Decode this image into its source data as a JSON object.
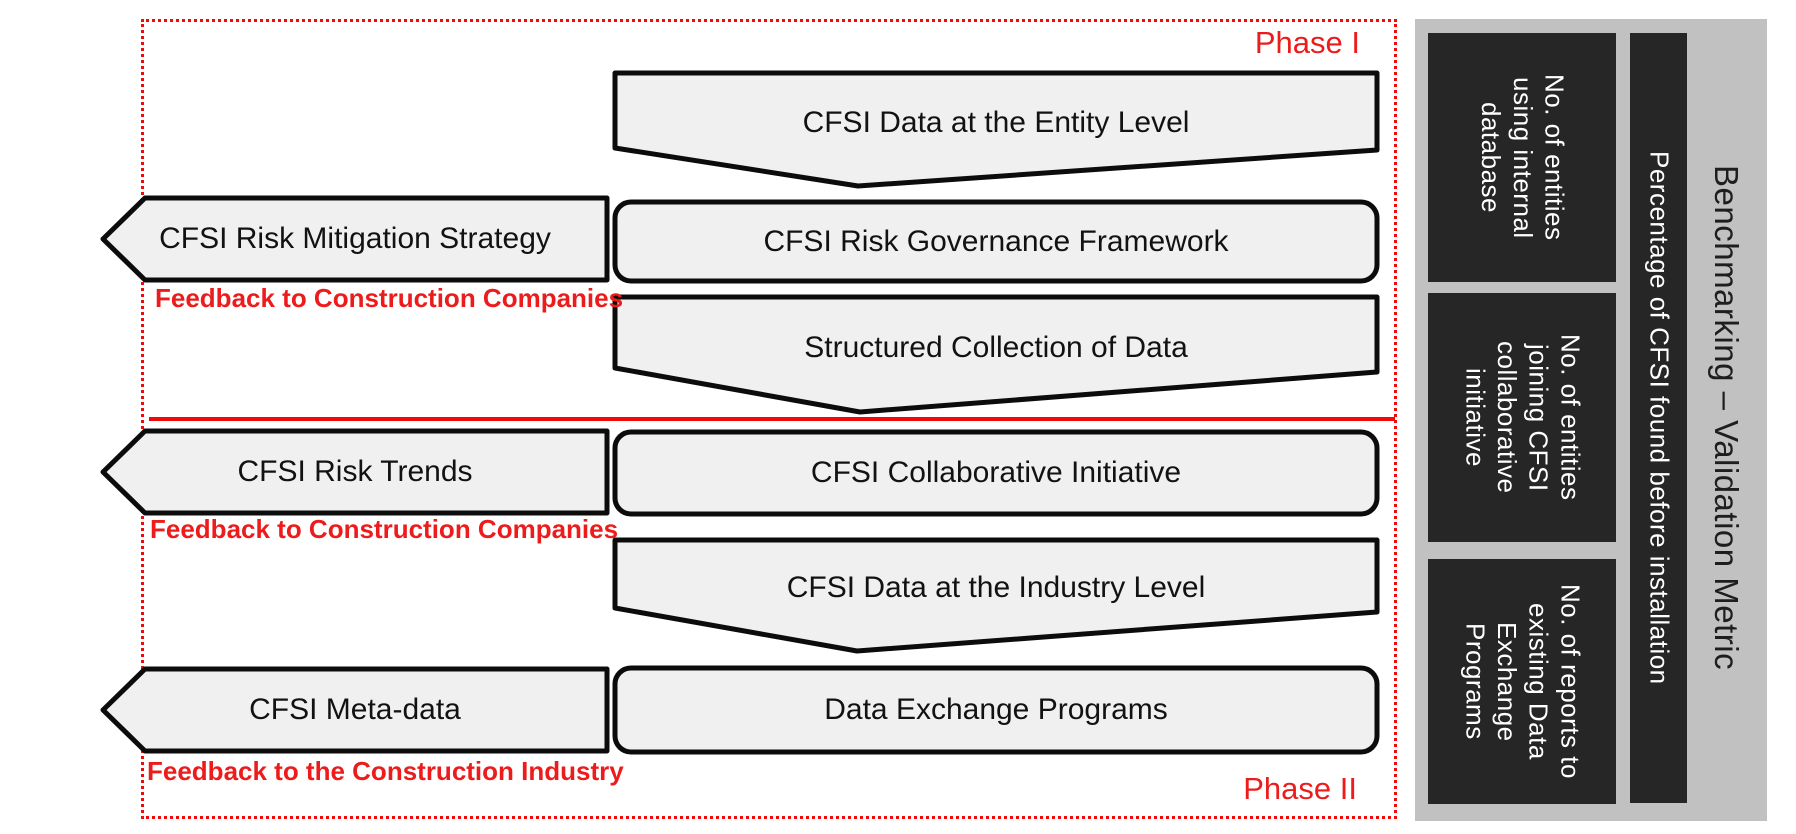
{
  "phases": {
    "phase1": "Phase I",
    "phase2": "Phase II"
  },
  "process_flow": {
    "steps": [
      {
        "label": "CFSI Data at the Entity Level",
        "shape": "chevron-down"
      },
      {
        "label": "CFSI Risk Governance Framework",
        "shape": "rounded-rect"
      },
      {
        "label": "Structured Collection of Data",
        "shape": "chevron-down"
      },
      {
        "label": "CFSI Collaborative Initiative",
        "shape": "rounded-rect"
      },
      {
        "label": "CFSI Data at the Industry Level",
        "shape": "chevron-down"
      },
      {
        "label": "Data Exchange Programs",
        "shape": "rounded-rect"
      }
    ]
  },
  "feedback": {
    "arrows": [
      {
        "label": "CFSI Risk Mitigation Strategy",
        "note": "Feedback to Construction Companies"
      },
      {
        "label": "CFSI Risk Trends",
        "note": "Feedback to Construction Companies"
      },
      {
        "label": "CFSI Meta-data",
        "note": "Feedback to the Construction Industry"
      }
    ]
  },
  "metrics_panel": {
    "title": "Benchmarking – Validation Metric",
    "overall_metric": "Percentage of CFSI found before installation",
    "metrics": [
      "No. of entities\nusing internal\ndatabase",
      "No. of entities\njoining CFSI\ncollaborative\ninitiative",
      "No. of reports to\nexisting Data\nExchange\nPrograms"
    ]
  },
  "colors": {
    "red_line": "#f40808",
    "red_text": "#ed1c1c",
    "shape_fill": "#f0f0f0",
    "shape_border": "#0c0c0c",
    "panel_bg": "#c1c1c1",
    "metric_box_bg": "#262626",
    "metric_text": "#ffffff"
  }
}
